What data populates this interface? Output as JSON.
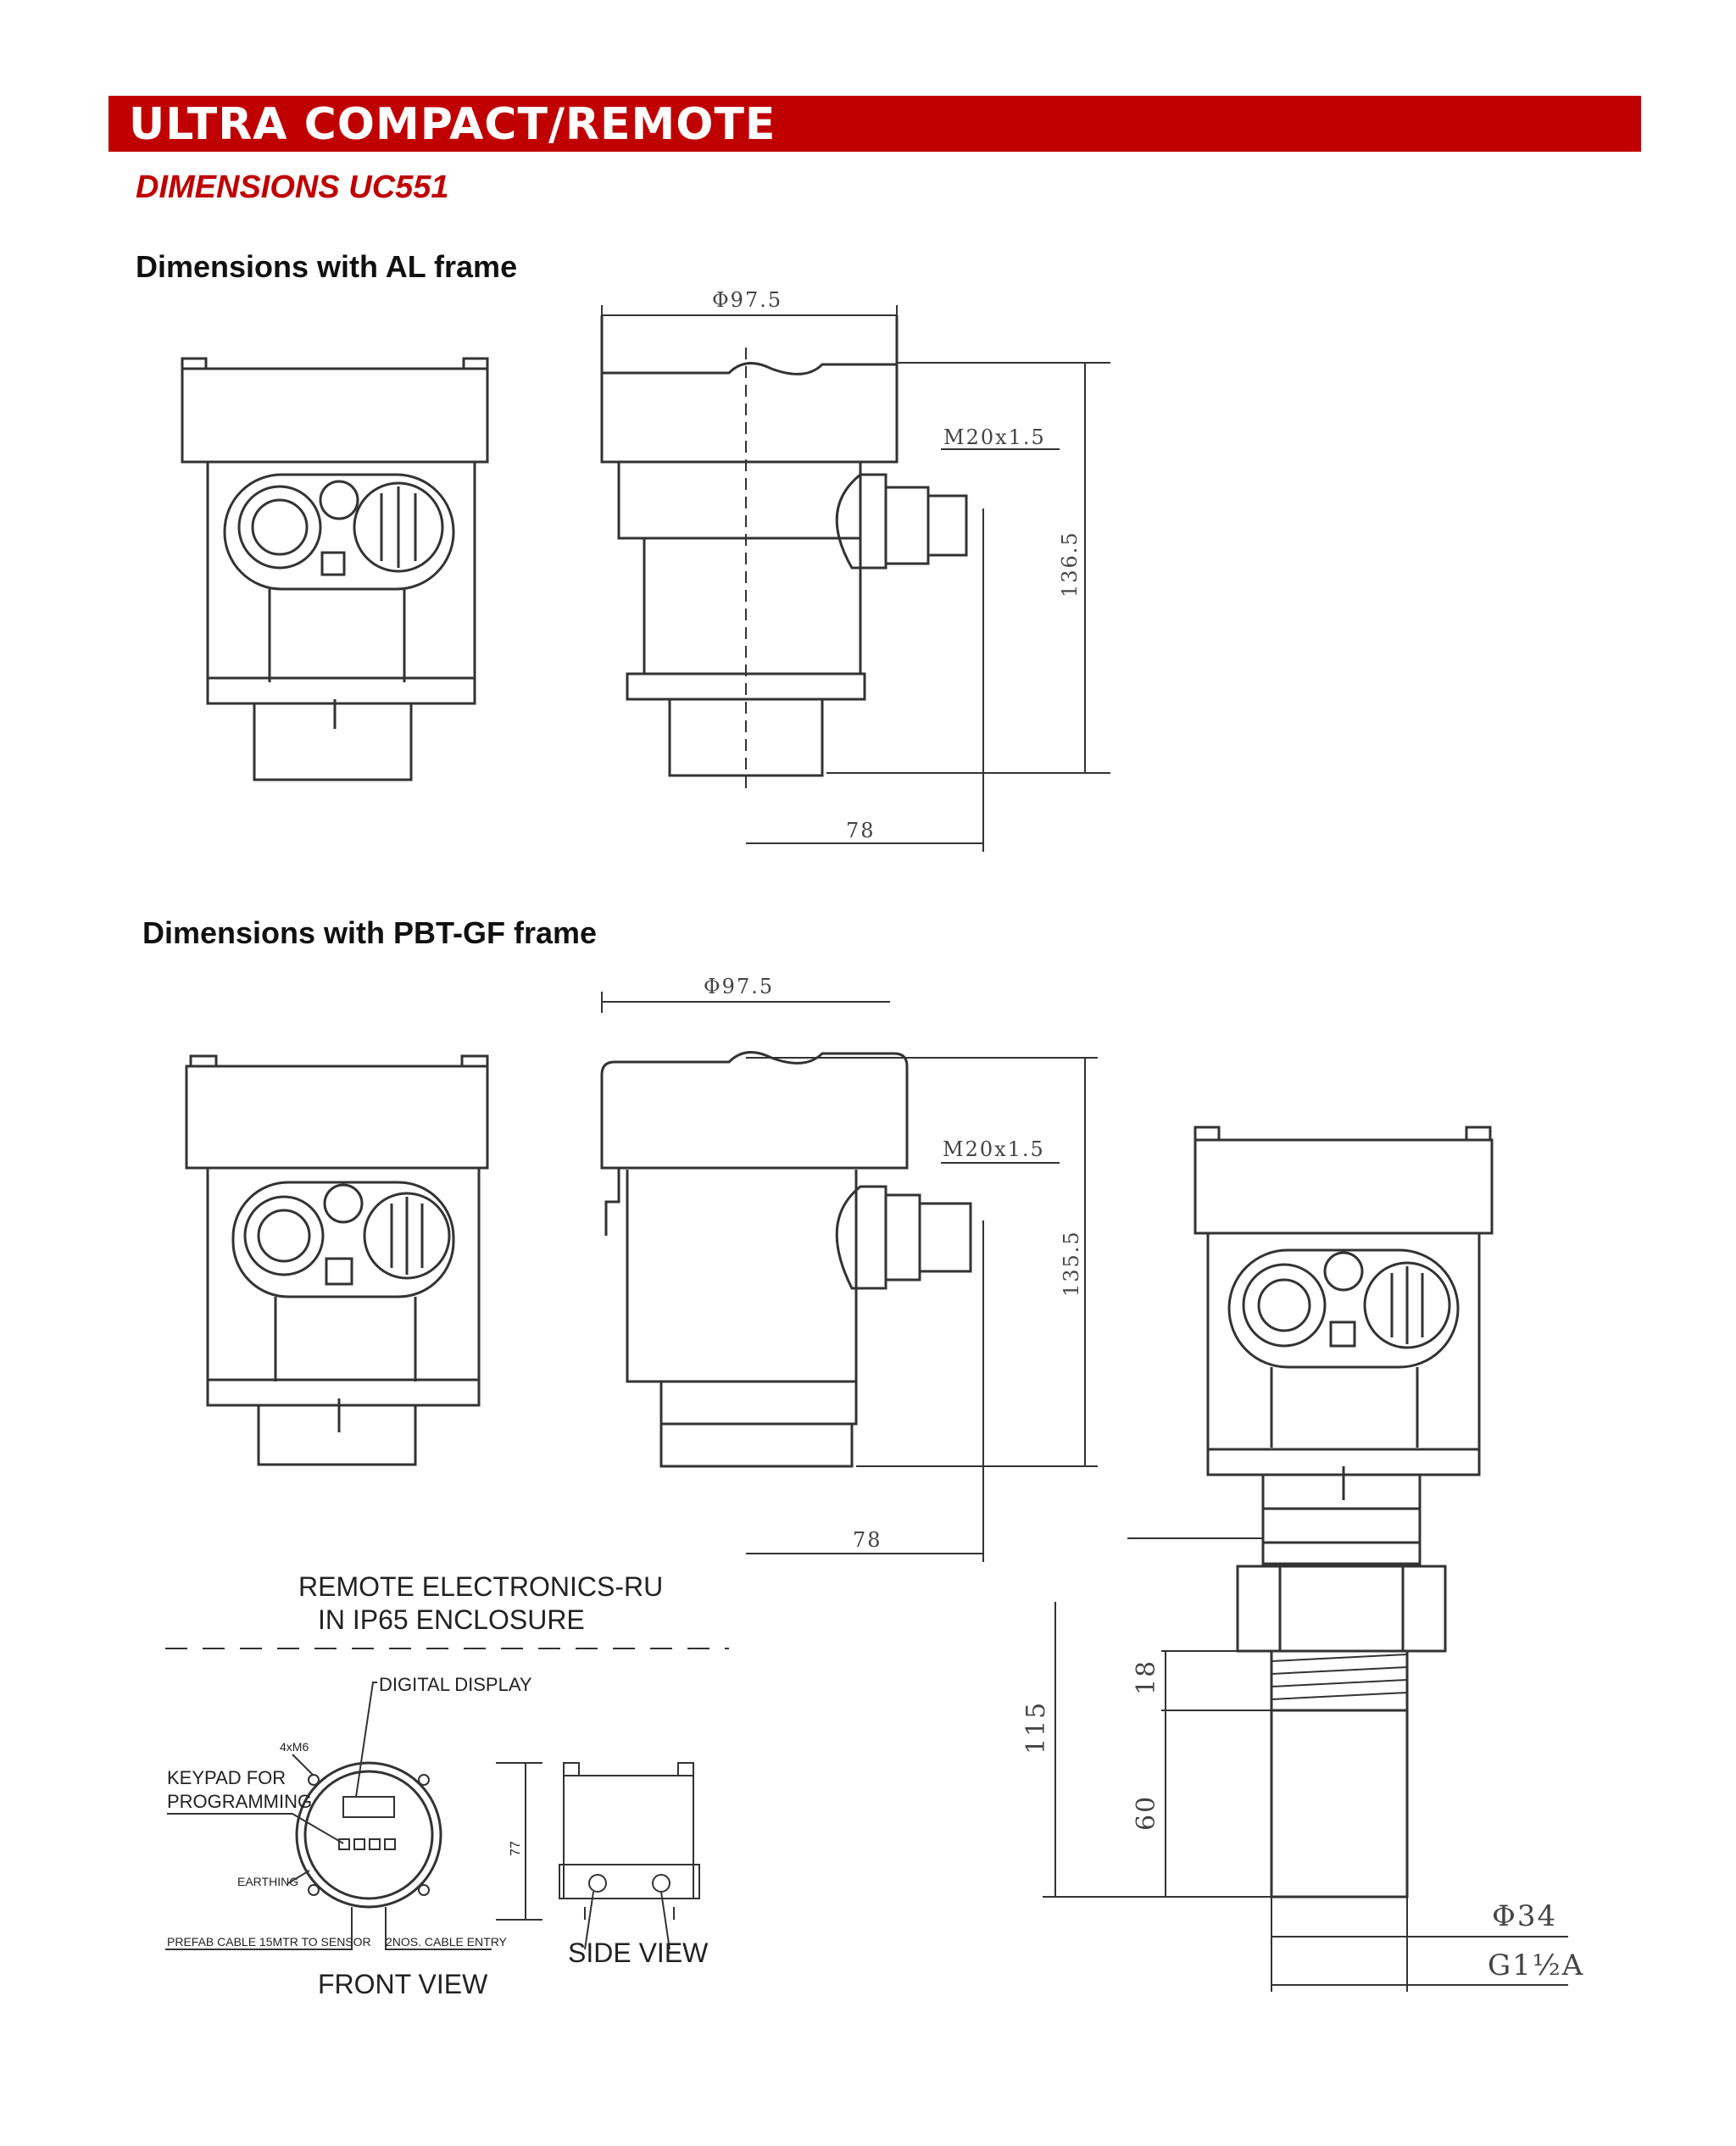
{
  "header": {
    "title": "ULTRA COMPACT/REMOTE",
    "subtitle": "DIMENSIONS UC551"
  },
  "sections": [
    {
      "heading": "Dimensions with  AL  frame"
    },
    {
      "heading": "Dimensions with  PBT-GF frame"
    }
  ],
  "al_frame": {
    "diameter": "Φ97.5",
    "thread": "M20x1.5",
    "height": "136.5",
    "width": "78"
  },
  "pbt_frame": {
    "diameter": "Φ97.5",
    "thread": "M20x1.5",
    "height": "135.5",
    "width": "78"
  },
  "remote": {
    "title_line1": "REMOTE ELECTRONICS-RU",
    "title_line2": "IN IP65 ENCLOSURE",
    "digital_display": "DIGITAL DISPLAY",
    "screws": "4xM6",
    "keypad_line1": "KEYPAD FOR",
    "keypad_line2": "PROGRAMMING",
    "earthing": "EARTHING",
    "prefab_cable": "PREFAB CABLE 15MTR TO SENSOR",
    "cable_entry": "2NOS. CABLE ENTRY",
    "front_view": "FRONT VIEW",
    "side_view": "SIDE VIEW",
    "side_height": "77"
  },
  "sensor": {
    "total_length": "115",
    "thread_length": "18",
    "lower_length": "60",
    "diameter": "Φ34",
    "thread_spec": "G1½A"
  }
}
